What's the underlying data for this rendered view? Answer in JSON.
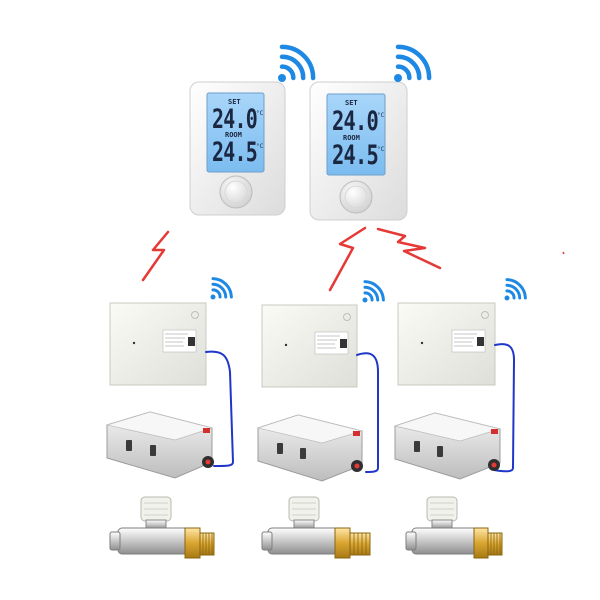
{
  "thermostats": [
    {
      "set_label": "SET",
      "set_value": "24.0",
      "room_label": "ROOM",
      "room_value": "24.5",
      "unit": "°C"
    },
    {
      "set_label": "SET",
      "set_value": "24.0",
      "room_label": "ROOM",
      "room_value": "24.5",
      "unit": "°C"
    }
  ],
  "colors": {
    "wifi": "#1e88e5",
    "signal": "#e53935",
    "cable": "#1f36c9",
    "lcd": "#8fc8f4",
    "body": "#f2f2f2"
  }
}
